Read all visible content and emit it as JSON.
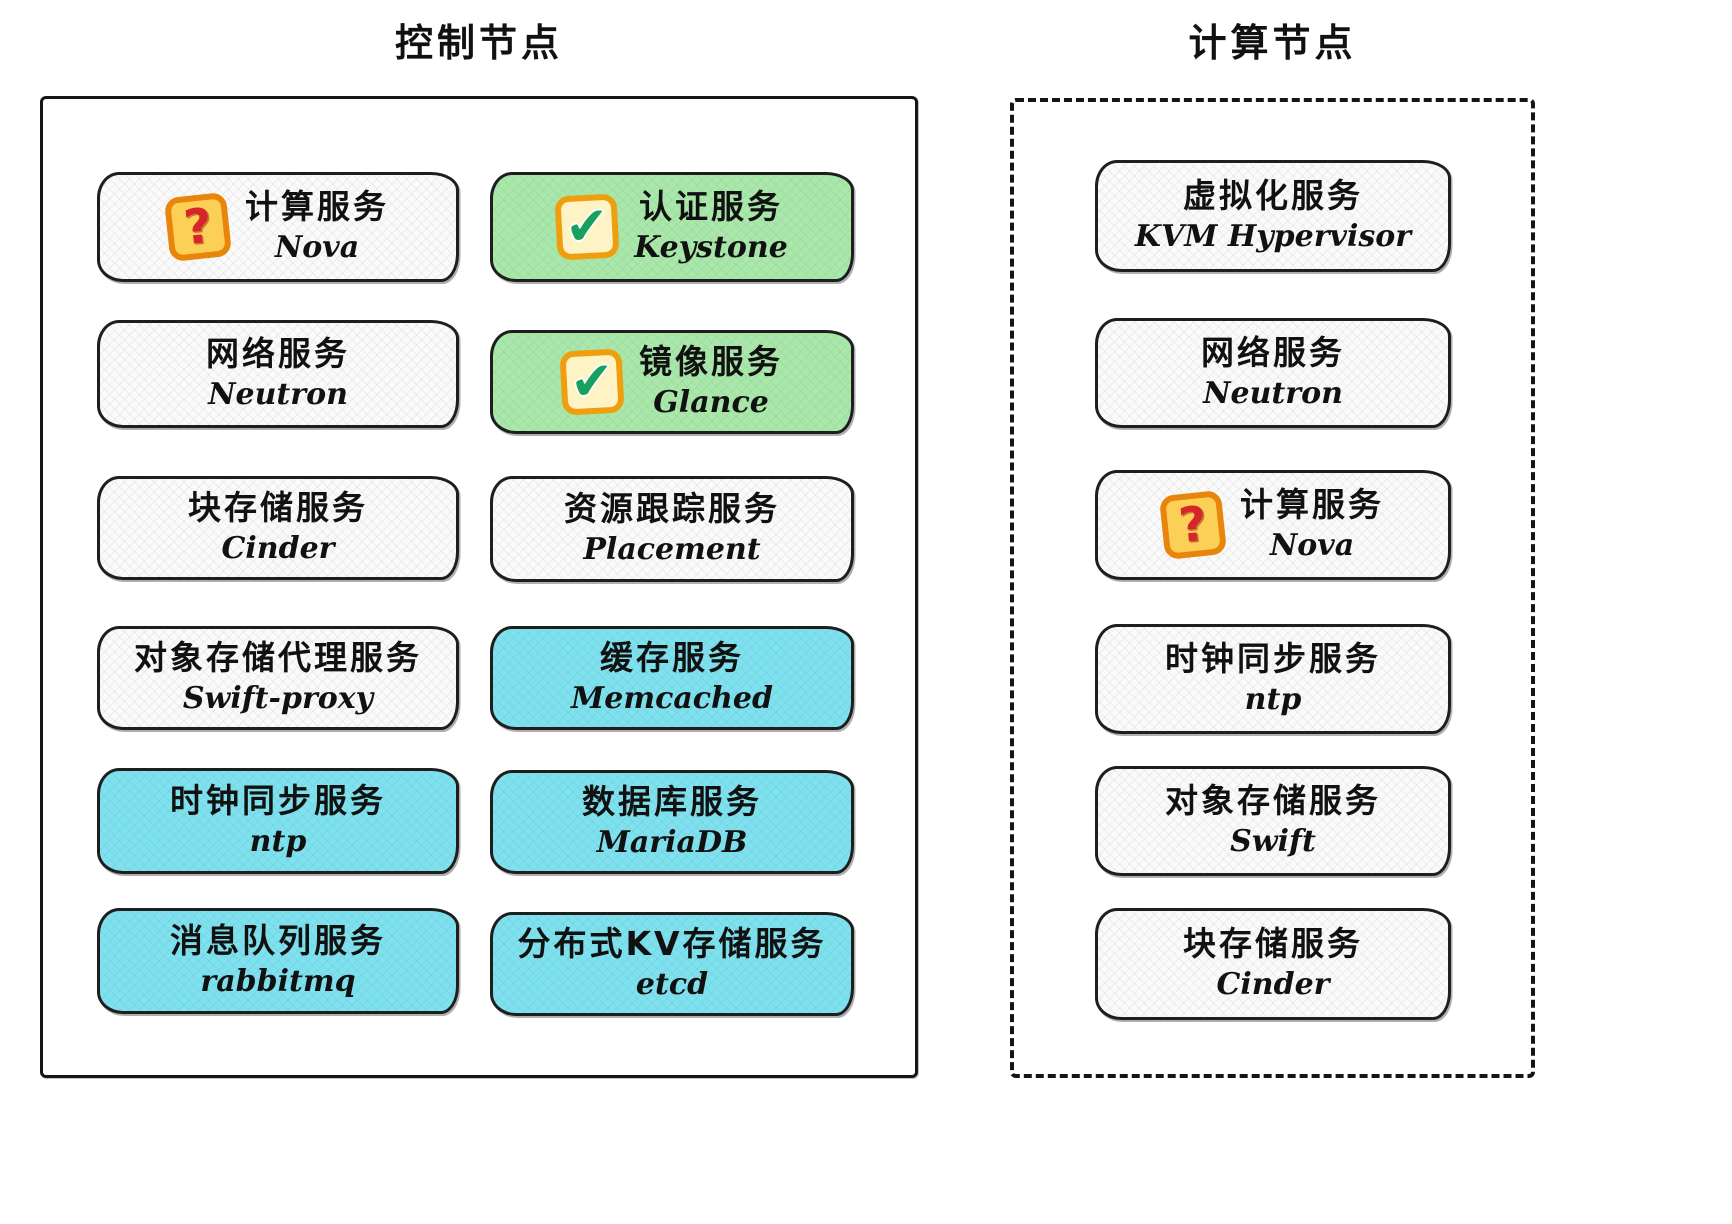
{
  "titles": {
    "control": "控制节点",
    "compute": "计算节点"
  },
  "icons": {
    "question": "?",
    "check": "✔"
  },
  "colors": {
    "card_plain": "#fafafa",
    "card_green": "#a9e7ab",
    "card_cyan": "#7fe1ee",
    "icon_orange_border": "#e8860c",
    "icon_question_red": "#d6262a",
    "icon_check_green": "#17a05e",
    "outline": "#151515"
  },
  "cards": {
    "control_left": [
      {
        "zh": "计算服务",
        "en": "Nova"
      },
      {
        "zh": "网络服务",
        "en": "Neutron"
      },
      {
        "zh": "块存储服务",
        "en": "Cinder"
      },
      {
        "zh": "对象存储代理服务",
        "en": "Swift-proxy"
      },
      {
        "zh": "时钟同步服务",
        "en": "ntp"
      },
      {
        "zh": "消息队列服务",
        "en": "rabbitmq"
      }
    ],
    "control_right": [
      {
        "zh": "认证服务",
        "en": "Keystone"
      },
      {
        "zh": "镜像服务",
        "en": "Glance"
      },
      {
        "zh": "资源跟踪服务",
        "en": "Placement"
      },
      {
        "zh": "缓存服务",
        "en": "Memcached"
      },
      {
        "zh": "数据库服务",
        "en": "MariaDB"
      },
      {
        "zh": "分布式KV存储服务",
        "en": "etcd"
      }
    ],
    "compute": [
      {
        "zh": "虚拟化服务",
        "en": "KVM Hypervisor"
      },
      {
        "zh": "网络服务",
        "en": "Neutron"
      },
      {
        "zh": "计算服务",
        "en": "Nova"
      },
      {
        "zh": "时钟同步服务",
        "en": "ntp"
      },
      {
        "zh": "对象存储服务",
        "en": "Swift"
      },
      {
        "zh": "块存储服务",
        "en": "Cinder"
      }
    ]
  }
}
